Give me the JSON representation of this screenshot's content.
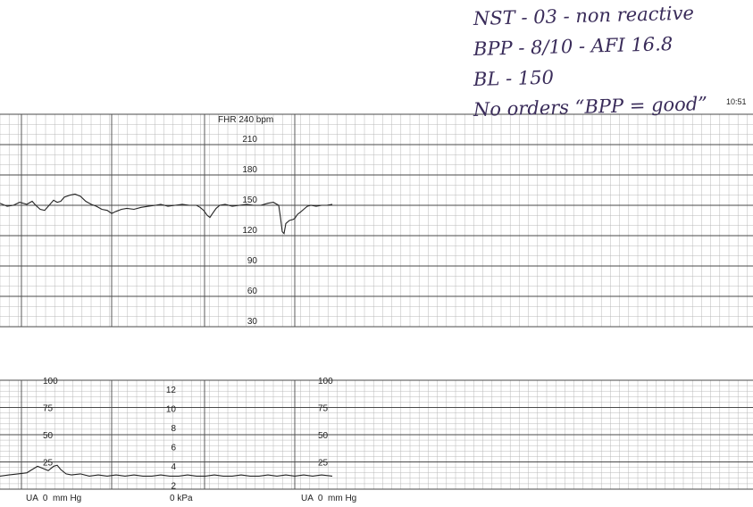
{
  "annotations": [
    "NST - 03 - non reactive",
    "BPP - 8/10 - AFI 16.8",
    "BL - 150",
    "No orders “BPP = good”"
  ],
  "timestamp": "10:51",
  "colors": {
    "grid_major": "#4a4a4a",
    "grid_minor": "#b8b8b8",
    "trace": "#222222",
    "ink": "#3a2c5a"
  },
  "chart_data": [
    {
      "type": "line",
      "title": "FHR 240 bpm",
      "ylim": [
        30,
        240
      ],
      "yticks": [
        210,
        180,
        150,
        120,
        90,
        60,
        30
      ],
      "grid": true,
      "series": [
        {
          "values": [
            [
              0,
              152
            ],
            [
              8,
              149
            ],
            [
              15,
              150
            ],
            [
              22,
              153
            ],
            [
              30,
              151
            ],
            [
              36,
              154
            ],
            [
              40,
              150
            ],
            [
              45,
              146
            ],
            [
              50,
              145
            ],
            [
              55,
              150
            ],
            [
              60,
              155
            ],
            [
              64,
              153
            ],
            [
              68,
              154
            ],
            [
              72,
              158
            ],
            [
              78,
              160
            ],
            [
              84,
              161
            ],
            [
              90,
              159
            ],
            [
              96,
              154
            ],
            [
              102,
              151
            ],
            [
              108,
              149
            ],
            [
              114,
              146
            ],
            [
              120,
              145
            ],
            [
              125,
              142
            ],
            [
              130,
              144
            ],
            [
              136,
              146
            ],
            [
              142,
              147
            ],
            [
              150,
              146
            ],
            [
              158,
              148
            ],
            [
              166,
              149
            ],
            [
              174,
              150
            ],
            [
              180,
              151
            ],
            [
              188,
              149
            ],
            [
              196,
              150
            ],
            [
              204,
              151
            ],
            [
              212,
              150
            ],
            [
              220,
              150
            ],
            [
              224,
              148
            ],
            [
              228,
              145
            ],
            [
              232,
              140
            ],
            [
              235,
              138
            ],
            [
              238,
              142
            ],
            [
              242,
              147
            ],
            [
              246,
              150
            ],
            [
              252,
              151
            ],
            [
              260,
              149
            ],
            [
              268,
              150
            ],
            [
              276,
              151
            ],
            [
              284,
              150
            ],
            [
              292,
              150
            ],
            [
              300,
              152
            ],
            [
              306,
              153
            ],
            [
              310,
              151
            ],
            [
              312,
              150
            ],
            [
              314,
              138
            ],
            [
              316,
              124
            ],
            [
              318,
              122
            ],
            [
              320,
              132
            ],
            [
              324,
              135
            ],
            [
              328,
              136
            ],
            [
              330,
              137
            ],
            [
              333,
              141
            ],
            [
              336,
              143
            ],
            [
              340,
              146
            ],
            [
              344,
              149
            ],
            [
              348,
              150
            ],
            [
              354,
              149
            ],
            [
              360,
              150
            ],
            [
              366,
              150
            ],
            [
              372,
              151
            ]
          ]
        }
      ]
    },
    {
      "type": "line",
      "ylim": [
        0,
        100
      ],
      "yticks": [
        100,
        75,
        50,
        25
      ],
      "kpa_ticks": [
        12,
        10,
        8,
        6,
        4,
        2
      ],
      "bottom_labels": [
        "UA  0  mm Hg",
        "0 kPa",
        "UA  0  mm Hg"
      ],
      "grid": true,
      "series": [
        {
          "values": [
            [
              0,
              12
            ],
            [
              10,
              13
            ],
            [
              20,
              14
            ],
            [
              30,
              15
            ],
            [
              36,
              18
            ],
            [
              42,
              21
            ],
            [
              48,
              19
            ],
            [
              54,
              17
            ],
            [
              60,
              21
            ],
            [
              64,
              22
            ],
            [
              68,
              18
            ],
            [
              74,
              14
            ],
            [
              80,
              13
            ],
            [
              90,
              14
            ],
            [
              100,
              12
            ],
            [
              110,
              13
            ],
            [
              120,
              12
            ],
            [
              130,
              13
            ],
            [
              140,
              12
            ],
            [
              150,
              13
            ],
            [
              160,
              12
            ],
            [
              170,
              12
            ],
            [
              180,
              13
            ],
            [
              190,
              12
            ],
            [
              200,
              12
            ],
            [
              210,
              13
            ],
            [
              220,
              12
            ],
            [
              230,
              12
            ],
            [
              240,
              13
            ],
            [
              250,
              12
            ],
            [
              260,
              12
            ],
            [
              270,
              13
            ],
            [
              280,
              12
            ],
            [
              290,
              12
            ],
            [
              300,
              13
            ],
            [
              310,
              12
            ],
            [
              320,
              13
            ],
            [
              330,
              12
            ],
            [
              340,
              13
            ],
            [
              350,
              12
            ],
            [
              360,
              13
            ],
            [
              372,
              12
            ]
          ]
        }
      ]
    }
  ]
}
